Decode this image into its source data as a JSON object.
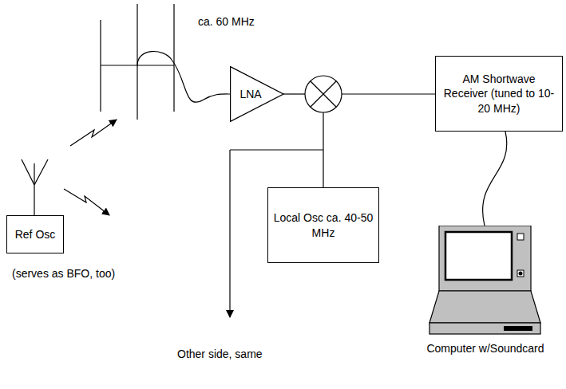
{
  "diagram": {
    "nodes": [
      {
        "text": [
          "LNA"
        ]
      },
      {
        "text": [
          "AM Shortwave Receiver (tuned to 10-20 MHz)"
        ]
      },
      {
        "text": [
          "Local Osc ca. 40-50 MHz"
        ]
      },
      {
        "text": [
          "Ref Osc"
        ]
      },
      {
        "text": [
          "Computer w/Soundcard"
        ]
      }
    ],
    "edges": [
      {
        "from": 1,
        "to": 4,
        "arrow": "none"
      }
    ],
    "labels": [
      "ca. 60 MHz",
      "(serves as BFO, too)",
      "Other side, same"
    ]
  }
}
